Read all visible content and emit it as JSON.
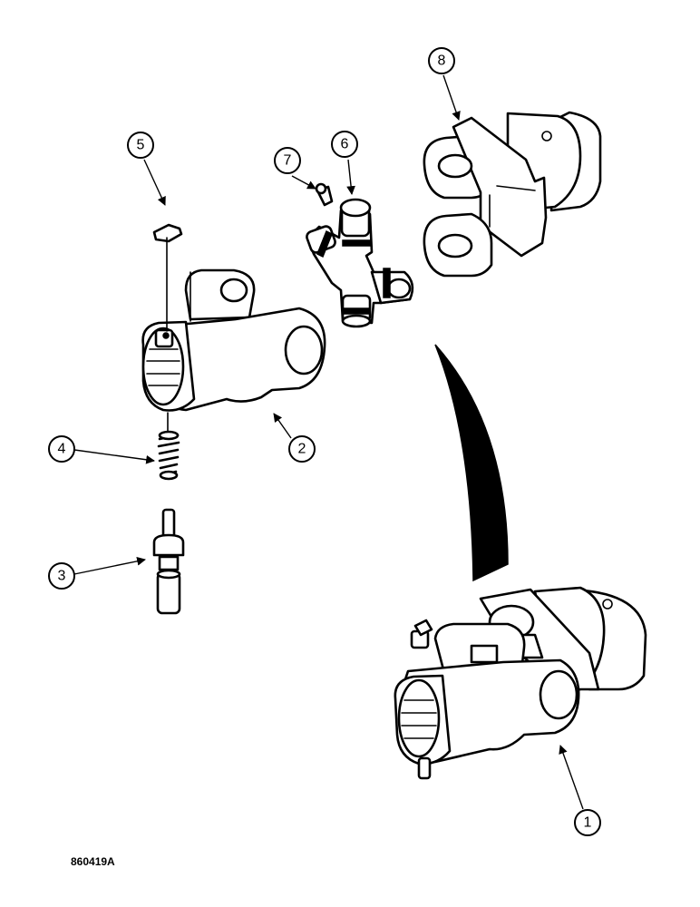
{
  "figure": {
    "code": "860419A"
  },
  "callouts": [
    {
      "id": "1",
      "label": "1"
    },
    {
      "id": "2",
      "label": "2"
    },
    {
      "id": "3",
      "label": "3"
    },
    {
      "id": "4",
      "label": "4"
    },
    {
      "id": "5",
      "label": "5"
    },
    {
      "id": "6",
      "label": "6"
    },
    {
      "id": "7",
      "label": "7"
    },
    {
      "id": "8",
      "label": "8"
    }
  ]
}
